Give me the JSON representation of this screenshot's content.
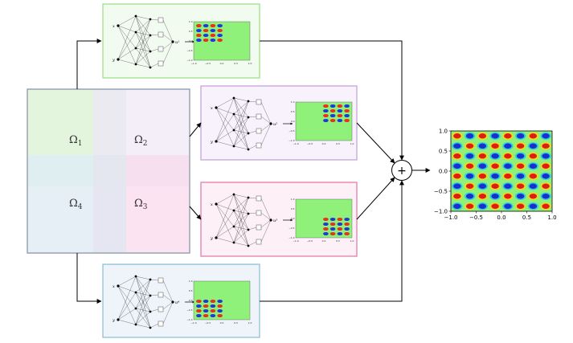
{
  "domain_labels": [
    "Ω1",
    "Ω2",
    "Ω3",
    "Ω4"
  ],
  "domain_label_parts": {
    "d1": {
      "base": "Ω",
      "sub": "1"
    },
    "d2": {
      "base": "Ω",
      "sub": "2"
    },
    "d3": {
      "base": "Ω",
      "sub": "3"
    },
    "d4": {
      "base": "Ω",
      "sub": "4"
    }
  },
  "colors": {
    "d1": "#e3f5dc",
    "d2": "#f3eef8",
    "d3": "#fbe3f2",
    "d4": "#e6eef6",
    "overlap_12": "#eaeaf0",
    "overlap_14": "#dfeef0",
    "overlap_23": "#f6e0f0",
    "overlap_center": "#e4e6f0",
    "border_domain": "#8aa0b4",
    "box1_fill": "#f2fbef",
    "box1_border": "#9fe08a",
    "box2_fill": "#f7f2fb",
    "box2_border": "#c9a3dc",
    "box3_fill": "#fdf0f6",
    "box3_border": "#e57ea6",
    "box4_fill": "#eef4f9",
    "box4_border": "#8fc0dd",
    "plot_bg": "#8ff07a"
  },
  "networks": [
    {
      "id": "net1",
      "inputs": [
        "x",
        "y"
      ],
      "output": "u¹"
    },
    {
      "id": "net2",
      "inputs": [
        "x",
        "y"
      ],
      "output": "u²"
    },
    {
      "id": "net3",
      "inputs": [
        "x",
        "y"
      ],
      "output": "u³"
    },
    {
      "id": "net4",
      "inputs": [
        "x",
        "y"
      ],
      "output": "u⁴"
    }
  ],
  "mini_plot_ticks": [
    "−1.0",
    "−0.5",
    "0.0",
    "0.5",
    "1.0"
  ],
  "sum_symbol": "+",
  "result_plot": {
    "x_ticks": [
      "−1.0",
      "−0.5",
      "0.0",
      "0.5",
      "1.0"
    ],
    "y_ticks": [
      "1.0",
      "0.5",
      "0.0",
      "−0.5",
      "−1.0"
    ],
    "rows": 8,
    "cols": 8
  }
}
